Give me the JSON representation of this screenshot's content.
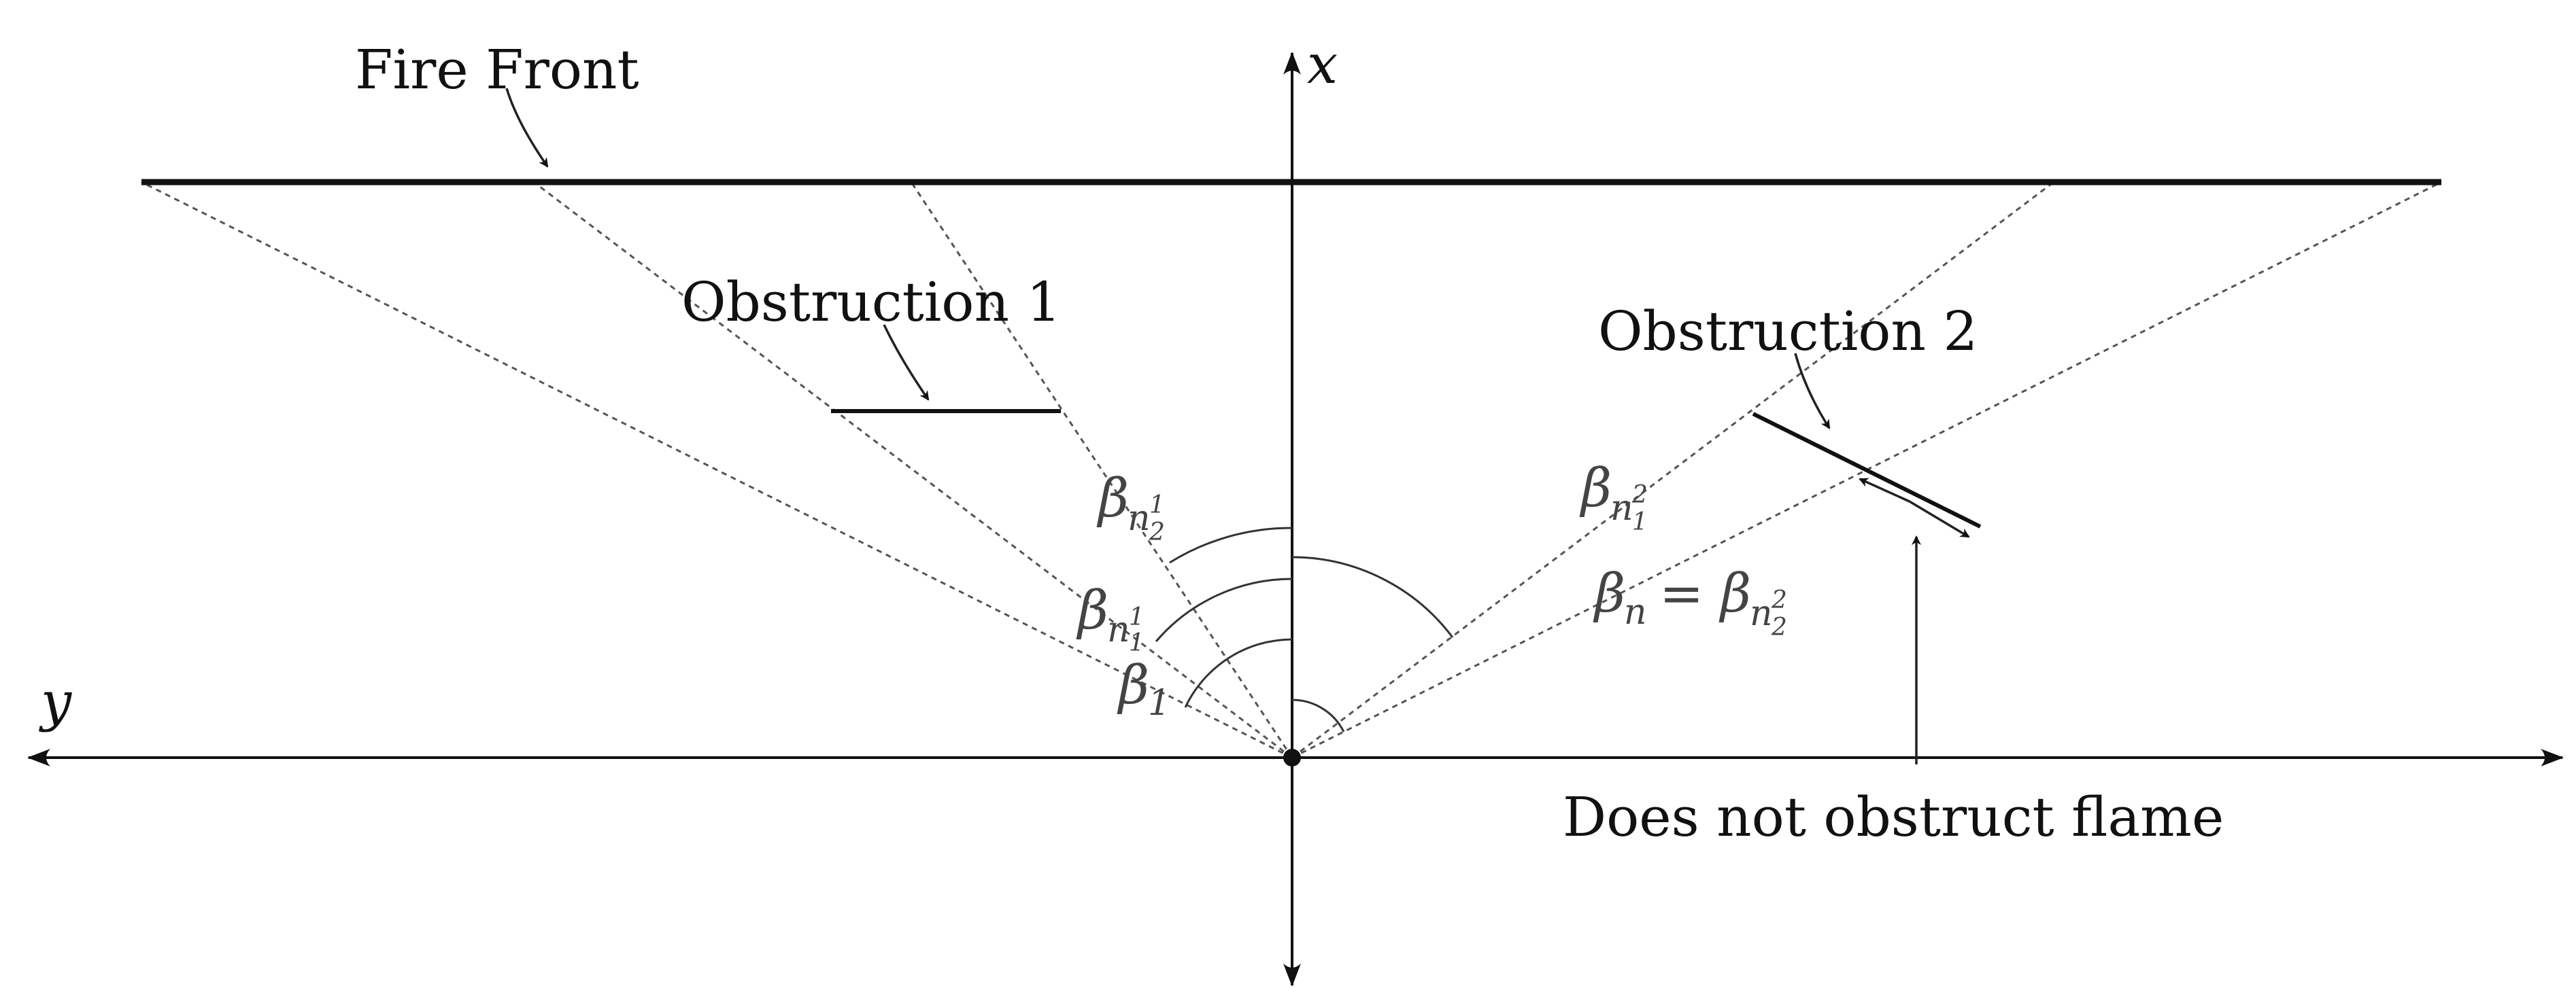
{
  "labels": {
    "fire_front": "Fire Front",
    "obstruction_1": "Obstruction 1",
    "obstruction_2": "Obstruction 2",
    "does_not_obstruct": "Does not obstruct flame",
    "axis_x": "x",
    "axis_y": "y"
  },
  "angles": {
    "beta": "β",
    "beta_1_sub": "1",
    "beta_n11_sub": "n",
    "beta_n11_subsub": "1",
    "beta_n11_subsup": "1",
    "beta_n21_sub": "n",
    "beta_n21_subsub": "2",
    "beta_n21_subsup": "1",
    "beta_n12_sub": "n",
    "beta_n12_subsub": "1",
    "beta_n12_subsup": "2",
    "beta_n_sub": "n",
    "beta_n_eq": "=",
    "beta_n22_sub": "n",
    "beta_n22_subsub": "2",
    "beta_n22_subsup": "2"
  },
  "colors": {
    "lines": "#111111",
    "dashed_rays": "#555555",
    "angle_labels": "#444444"
  }
}
